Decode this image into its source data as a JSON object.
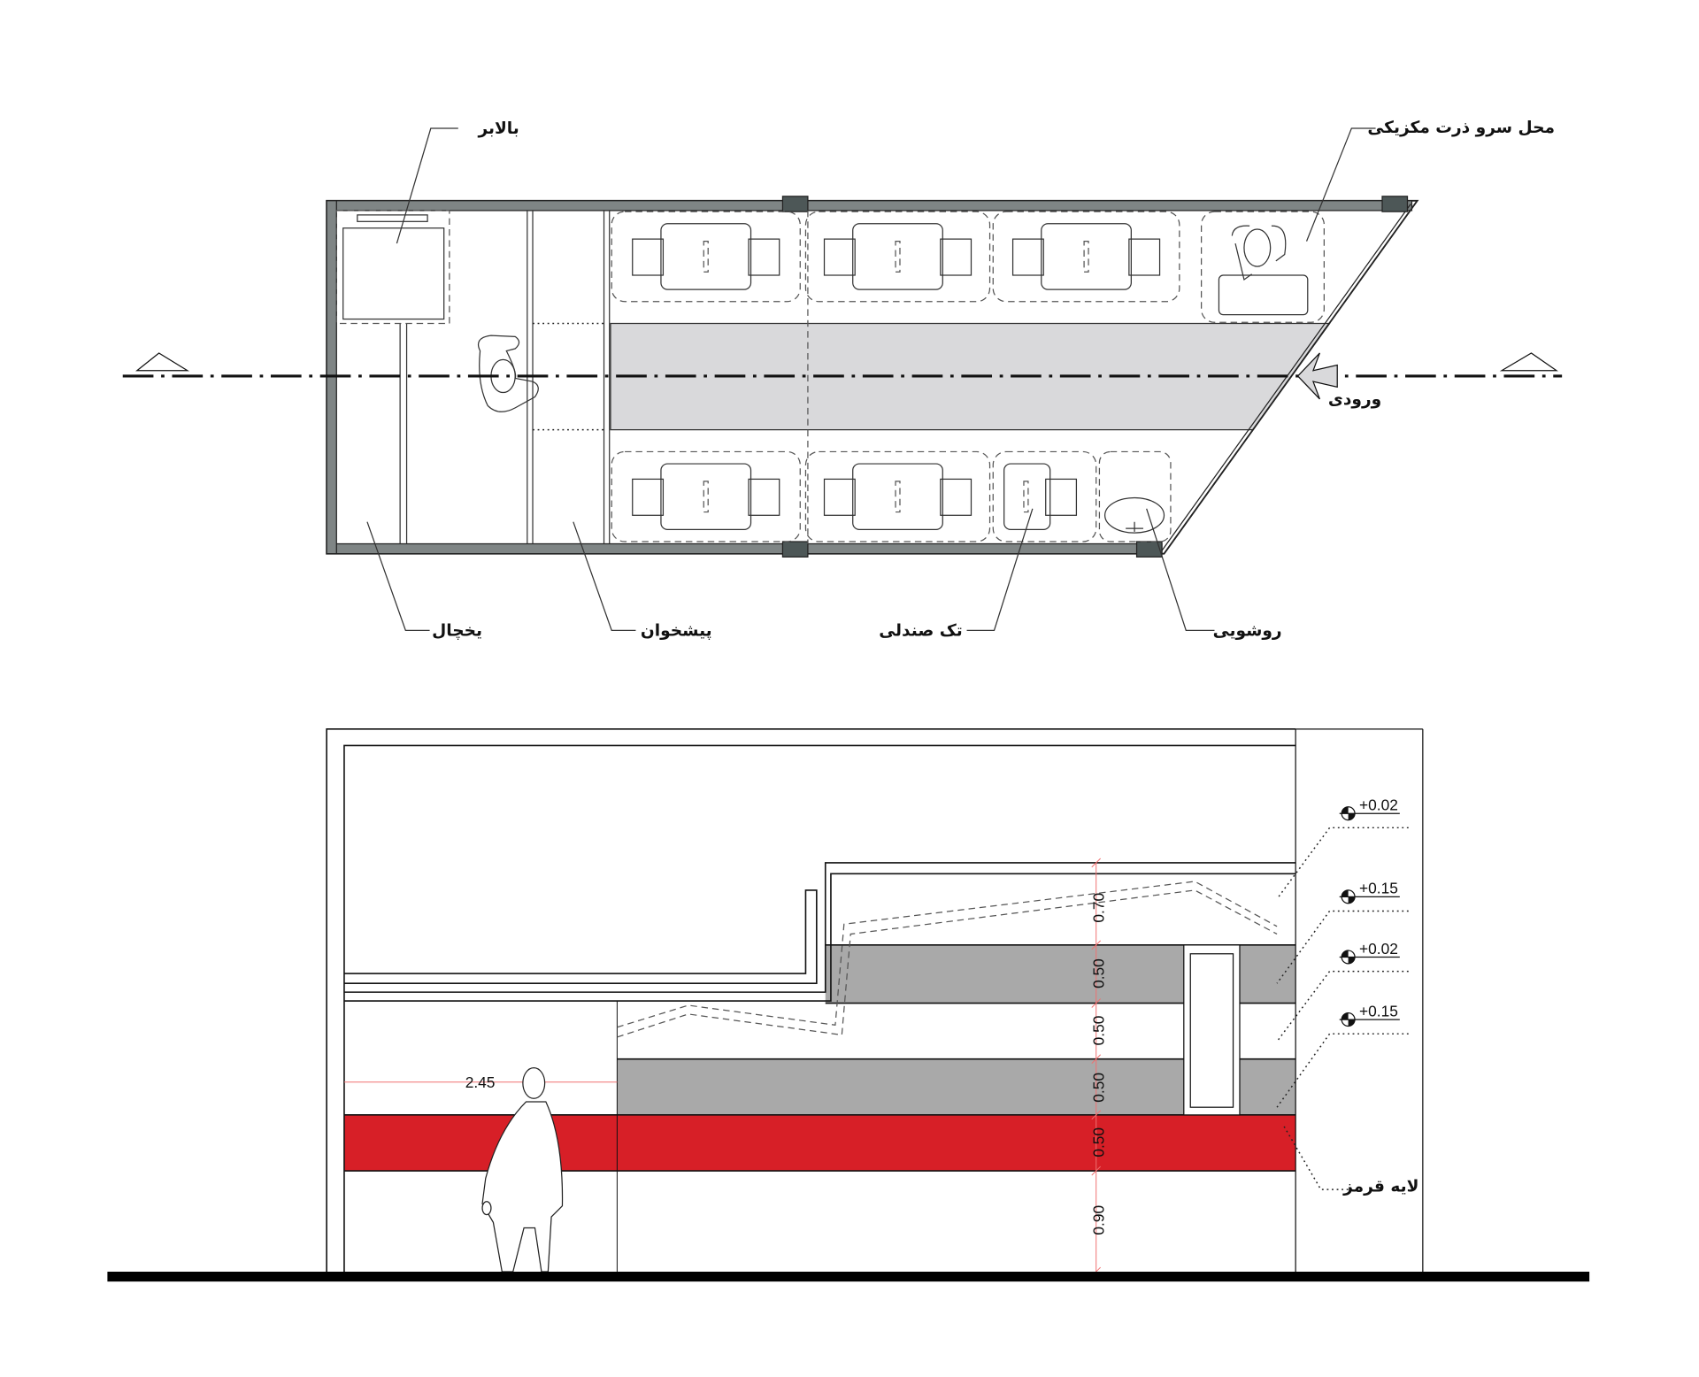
{
  "colors": {
    "wall": "#7f8585",
    "column": "#4d5757",
    "corridor": "#d9d9db",
    "band_gray": "#a9a9a9",
    "band_red": "#d71f27",
    "dimension": "#f07070"
  },
  "plan": {
    "labels": {
      "lift": "بالابر",
      "corn_station": "محل سرو ذرت مکزیکی",
      "entrance": "ورودی",
      "fridge": "یخچال",
      "counter": "پیشخوان",
      "single_seat": "تک صندلی",
      "washbasin": "روشویی"
    }
  },
  "section": {
    "horizontal_dimension": "2.45",
    "vertical_dimensions": [
      "0.70",
      "0.50",
      "0.50",
      "0.50",
      "0.50",
      "0.90"
    ],
    "elevations": [
      "+0.02",
      "+0.15",
      "+0.02",
      "+0.15"
    ],
    "red_layer_label": "لایه قرمز"
  }
}
